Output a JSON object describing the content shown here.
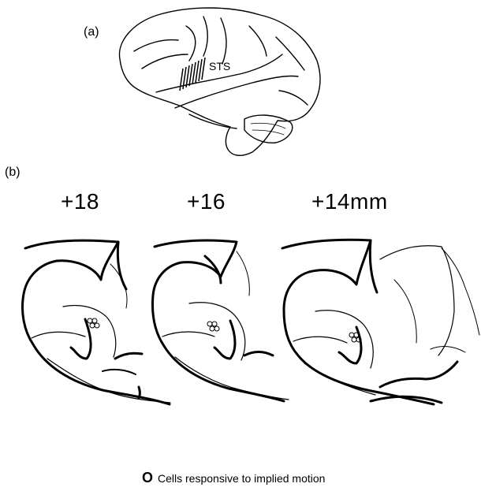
{
  "panels": {
    "a_label": "(a)",
    "b_label": "(b)"
  },
  "brain": {
    "sulcus_label": "STS"
  },
  "sections": [
    {
      "label": "+18"
    },
    {
      "label": "+16"
    },
    {
      "label": "+14mm"
    }
  ],
  "legend": {
    "symbol": "O",
    "text": "Cells responsive to implied motion"
  }
}
